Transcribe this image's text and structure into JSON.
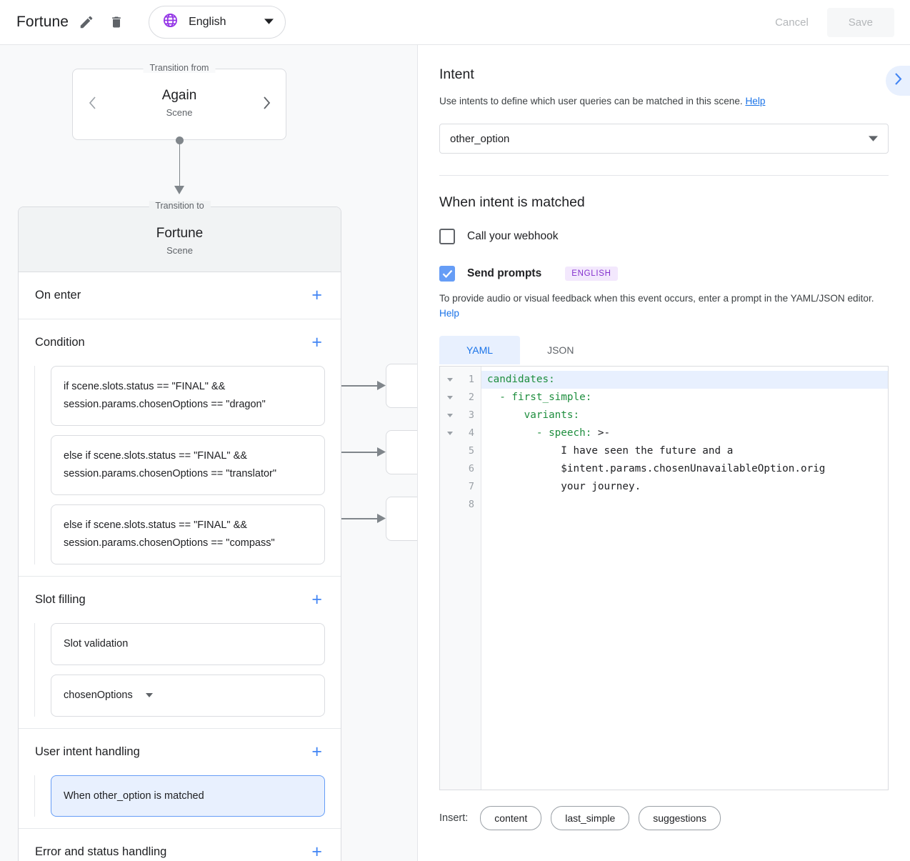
{
  "topbar": {
    "scene_name": "Fortune",
    "edit_icon": "pencil-icon",
    "delete_icon": "trash-icon",
    "language": "English",
    "globe_icon": "globe-icon",
    "cancel_label": "Cancel",
    "save_label": "Save",
    "accent_purple": "#9334e6"
  },
  "canvas": {
    "transition_from": {
      "legend": "Transition from",
      "title": "Again",
      "subtitle": "Scene",
      "prev_icon": "chevron-left-icon",
      "next_icon": "chevron-right-icon"
    },
    "transition_to": {
      "legend": "Transition to",
      "title": "Fortune",
      "subtitle": "Scene"
    },
    "sections": [
      {
        "title": "On enter",
        "add_icon": "plus-icon"
      },
      {
        "title": "Condition",
        "add_icon": "plus-icon"
      },
      {
        "title": "Slot filling",
        "add_icon": "plus-icon"
      },
      {
        "title": "User intent handling",
        "add_icon": "plus-icon"
      },
      {
        "title": "Error and status handling",
        "add_icon": "plus-icon"
      }
    ],
    "conditions": [
      "if scene.slots.status == \"FINAL\" && session.params.chosenOptions == \"dragon\"",
      "else if scene.slots.status == \"FINAL\" && session.params.chosenOptions == \"translator\"",
      "else if scene.slots.status == \"FINAL\" && session.params.chosenOptions == \"compass\""
    ],
    "slot_filling": {
      "validation_label": "Slot validation",
      "slot_name": "chosenOptions"
    },
    "user_intent_handling": {
      "selected_item": "When other_option is matched"
    }
  },
  "right_panel": {
    "expand_icon": "chevron-right-icon",
    "intent": {
      "heading": "Intent",
      "description": "Use intents to define which user queries can be matched in this scene.",
      "help_label": "Help",
      "selected_value": "other_option",
      "dropdown_icon": "chevron-down-icon"
    },
    "when_matched": {
      "heading": "When intent is matched",
      "webhook_label": "Call your webhook",
      "webhook_checked": false,
      "send_prompts_label": "Send prompts",
      "send_prompts_checked": true,
      "language_badge": "ENGLISH",
      "prompt_help": "To provide audio or visual feedback when this event occurs, enter a prompt in the YAML/JSON editor.",
      "prompt_help_link": "Help"
    },
    "editor": {
      "tabs": [
        {
          "label": "YAML",
          "active": true
        },
        {
          "label": "JSON",
          "active": false
        }
      ],
      "line_numbers": [
        "1",
        "2",
        "3",
        "4",
        "5",
        "6",
        "7",
        "8"
      ],
      "fold_lines": [
        1,
        2,
        3,
        4
      ],
      "lines": [
        {
          "key": "candidates:",
          "rest": "",
          "highlight": true
        },
        {
          "key": "  - first_simple:",
          "rest": "",
          "highlight": false
        },
        {
          "key": "      variants:",
          "rest": "",
          "highlight": false
        },
        {
          "key": "        - speech:",
          "rest": " >-",
          "highlight": false
        },
        {
          "key": "",
          "rest": "            I have seen the future and a",
          "highlight": false
        },
        {
          "key": "",
          "rest": "            $intent.params.chosenUnavailableOption.orig",
          "highlight": false
        },
        {
          "key": "",
          "rest": "            your journey.",
          "highlight": false
        },
        {
          "key": "",
          "rest": "",
          "highlight": false
        }
      ]
    },
    "insert": {
      "label": "Insert:",
      "chips": [
        "content",
        "last_simple",
        "suggestions"
      ]
    }
  }
}
